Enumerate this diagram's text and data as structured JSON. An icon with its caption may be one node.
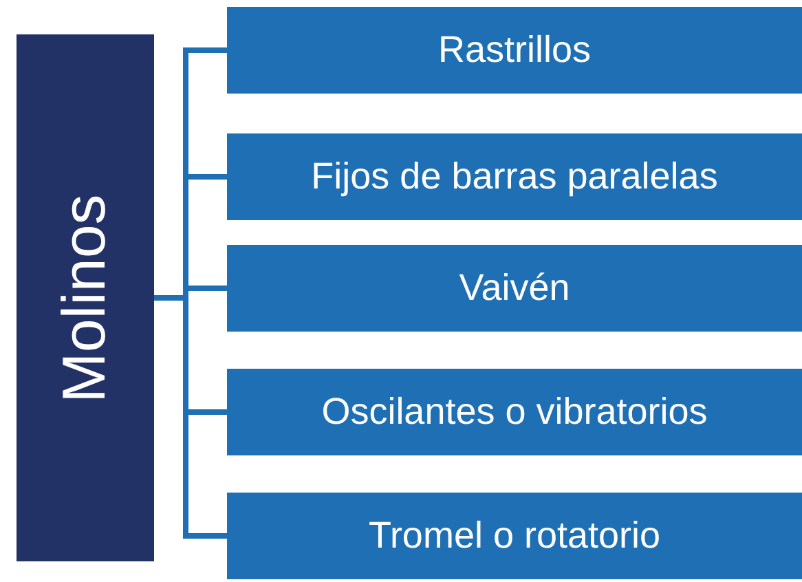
{
  "diagram": {
    "nodes": [
      {
        "text": [
          "Molinos"
        ]
      },
      {
        "text": [
          "Rastrillos"
        ]
      },
      {
        "text": [
          "Fijos de barras paralelas"
        ]
      },
      {
        "text": [
          "Vaivén"
        ]
      },
      {
        "text": [
          "Oscilantes o vibratorios"
        ]
      },
      {
        "text": [
          "Tromel o rotatorio"
        ]
      }
    ],
    "edges": [
      {
        "from": 0,
        "to": 1,
        "arrow": "none"
      },
      {
        "from": 0,
        "to": 2,
        "arrow": "none"
      },
      {
        "from": 0,
        "to": 3,
        "arrow": "none"
      },
      {
        "from": 0,
        "to": 4,
        "arrow": "none"
      },
      {
        "from": 0,
        "to": 5,
        "arrow": "none"
      }
    ]
  }
}
